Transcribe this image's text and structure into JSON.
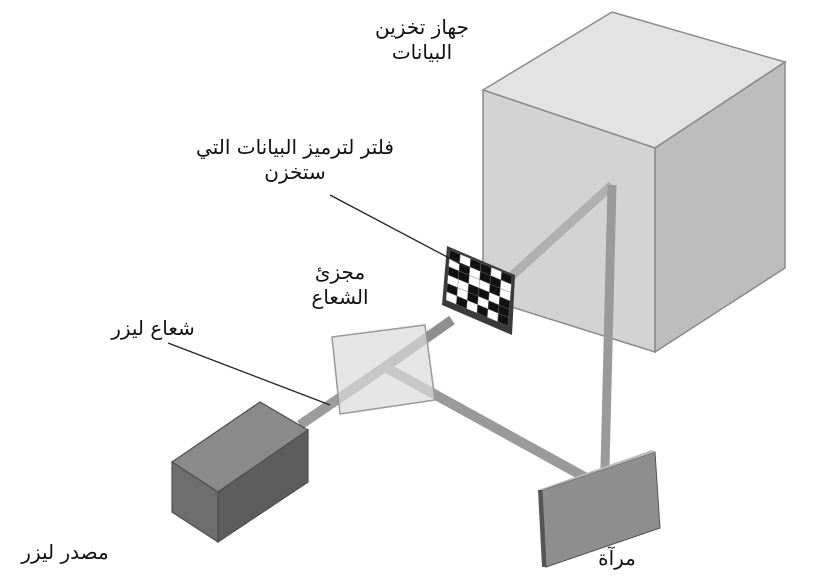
{
  "labels": {
    "storage_line1": "جهاز تخزين",
    "storage_line2": "البيانات",
    "filter_line1": "فلتر لترميز البيانات التي",
    "filter_line2": "ستخزن",
    "splitter_line1": "مجزئ",
    "splitter_line2": "الشعاع",
    "laser_beam": "شعاع ليزر",
    "laser_source": "مصدر ليزر",
    "mirror": "مرآة"
  },
  "colors": {
    "cube_top": "#e3e3e3",
    "cube_front": "#d2d2d2",
    "cube_side": "#bdbdbd",
    "laser_top": "#8a8a8a",
    "laser_front": "#6e6e6e",
    "laser_side": "#5a5a5a",
    "beam": "#9a9a9a",
    "splitter": "#dcdcdc",
    "mirror_face": "#8e8e8e",
    "mirror_edge": "#555555"
  }
}
